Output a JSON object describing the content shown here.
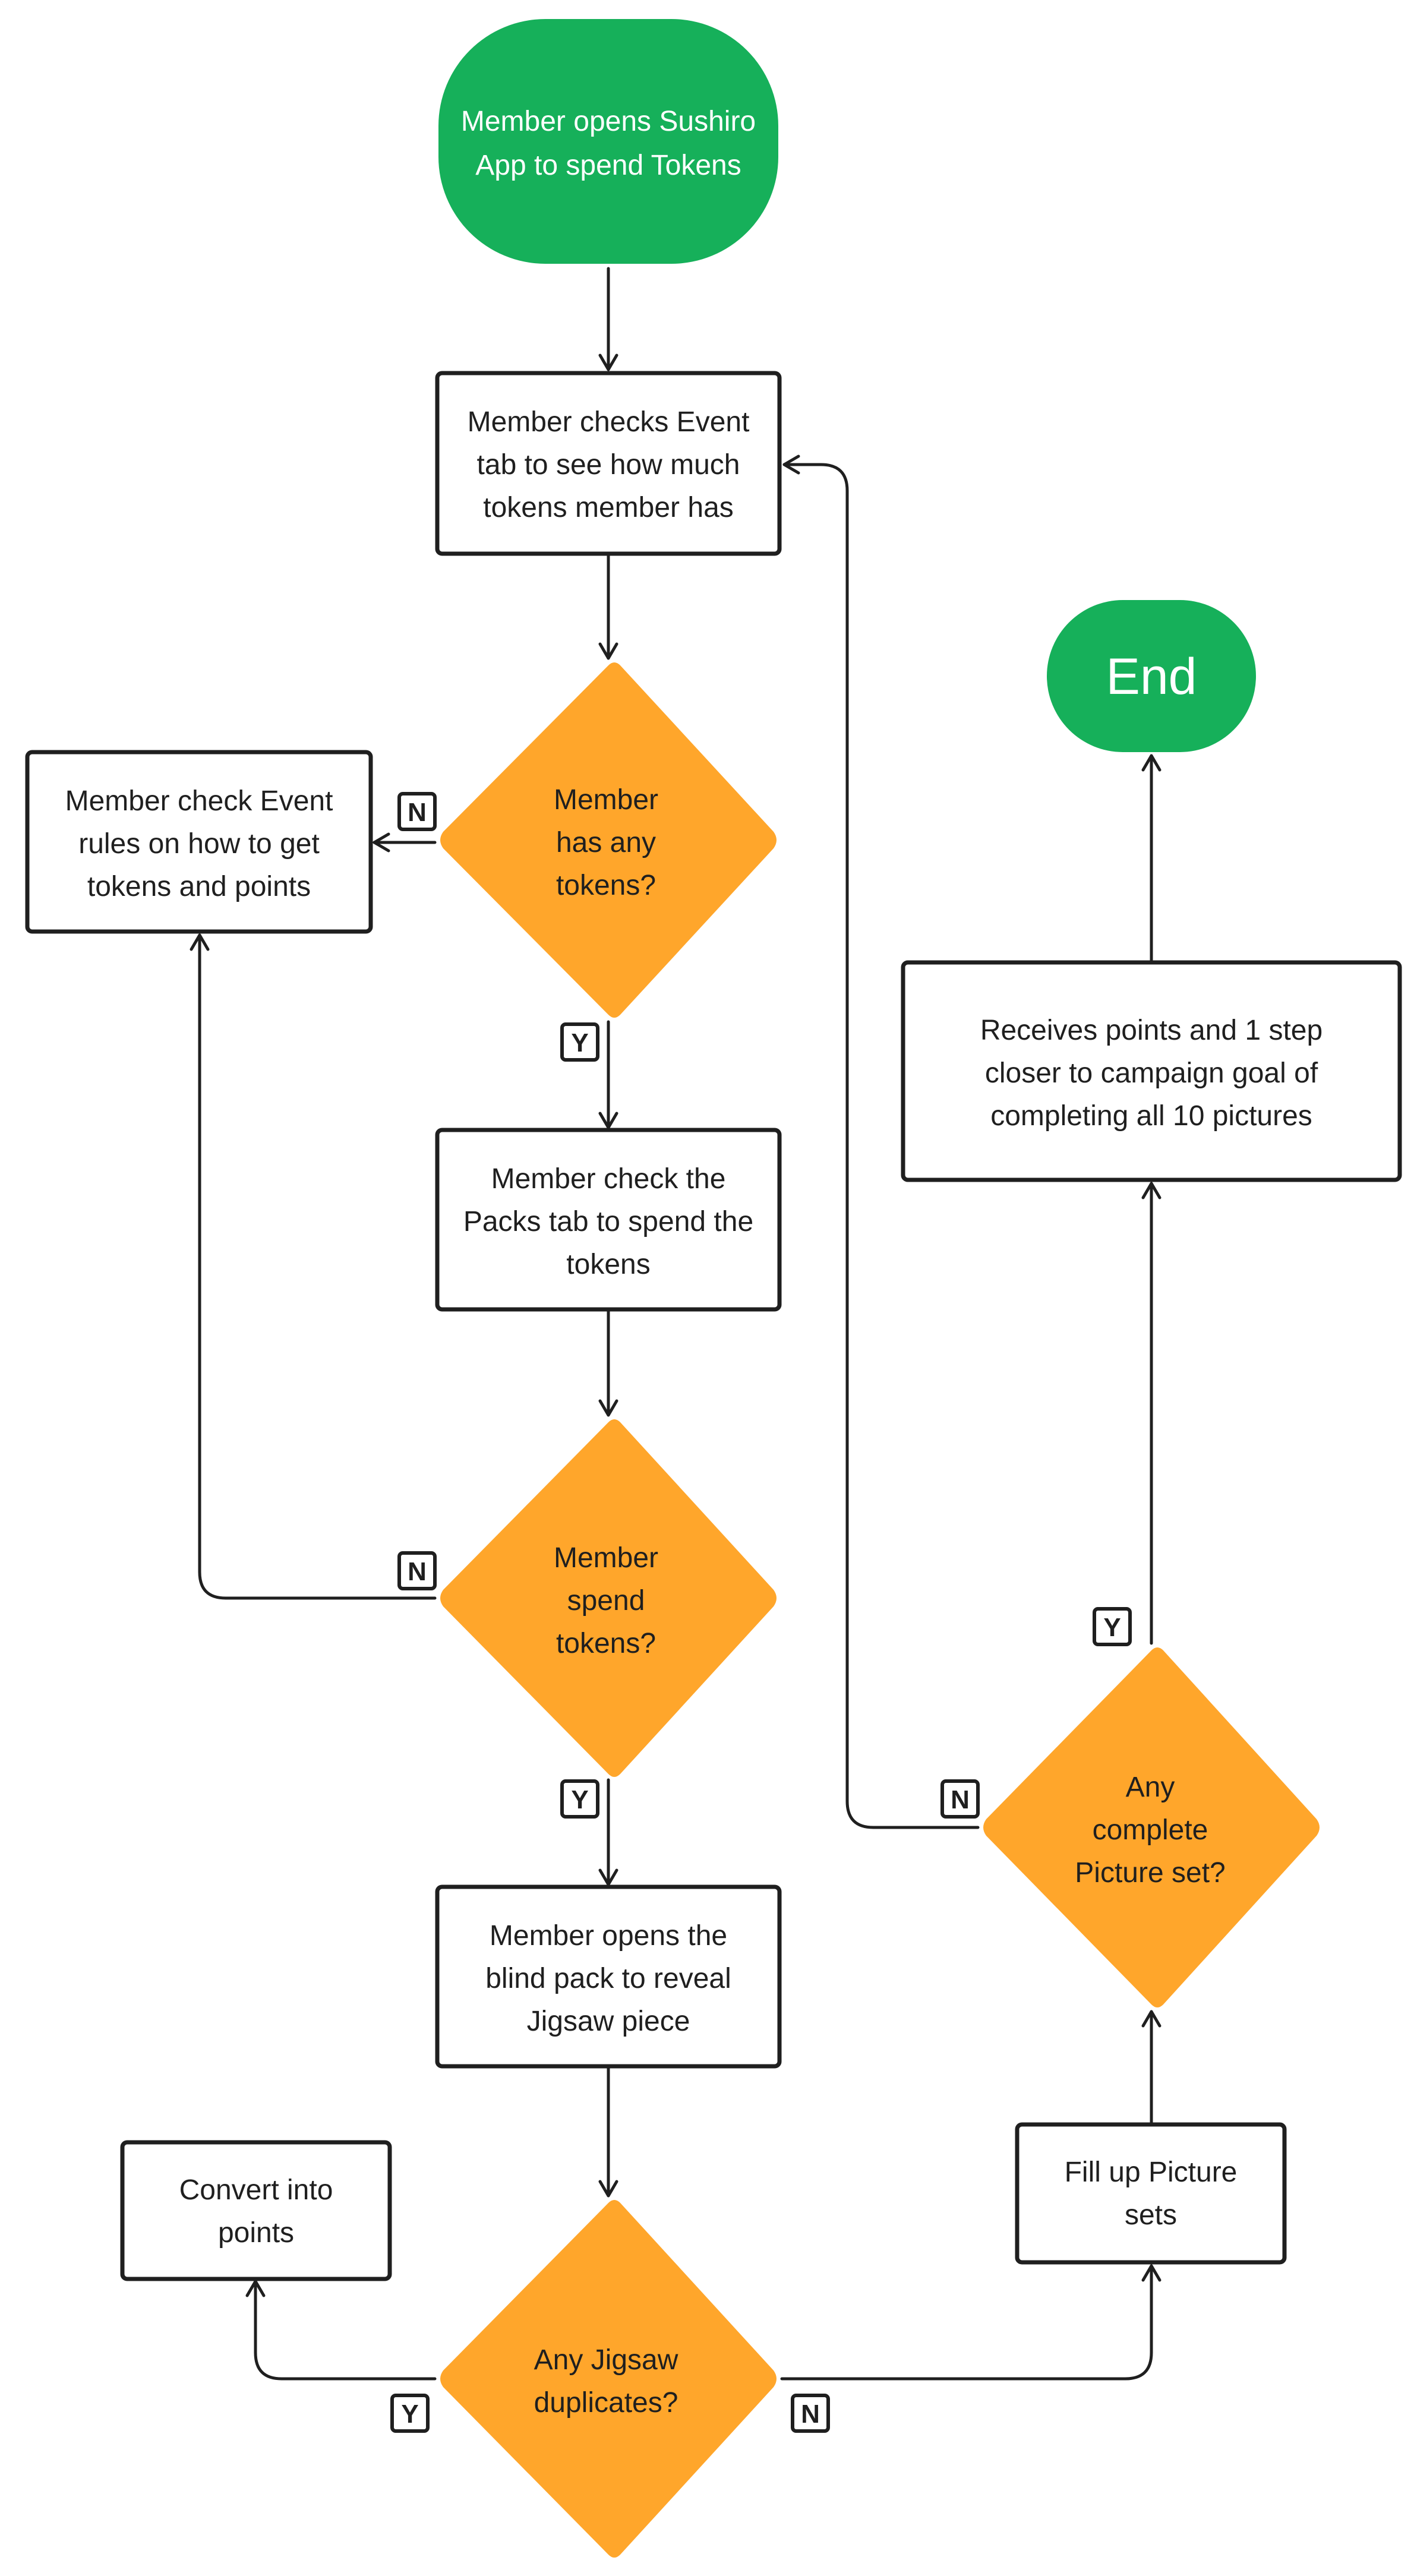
{
  "colors": {
    "terminal": "#16B05A",
    "decision": "#FFA62B",
    "process_stroke": "#1f1f1f",
    "connector": "#1f1f1f"
  },
  "nodes": {
    "start": [
      "Member opens Sushiro",
      "App to spend Tokens"
    ],
    "check_event_tab": [
      "Member checks Event",
      "tab to see how much",
      "tokens member has"
    ],
    "has_tokens": [
      "Member",
      "has any",
      "tokens?"
    ],
    "check_rules": [
      "Member check Event",
      "rules on how to get",
      "tokens and points"
    ],
    "check_packs": [
      "Member check the",
      "Packs tab to spend the",
      "tokens"
    ],
    "spend_tokens": [
      "Member",
      "spend",
      "tokens?"
    ],
    "open_pack": [
      "Member opens the",
      "blind pack to reveal",
      "Jigsaw piece"
    ],
    "duplicates": [
      "Any Jigsaw",
      "duplicates?"
    ],
    "convert_points": [
      "Convert into",
      "points"
    ],
    "fill_sets": [
      "Fill up Picture",
      "sets"
    ],
    "complete_set": [
      "Any",
      "complete",
      "Picture set?"
    ],
    "receive_points": [
      "Receives points and 1 step",
      "closer to campaign goal of",
      "completing all 10 pictures"
    ],
    "end": [
      "End"
    ]
  },
  "labels": {
    "has_tokens_no": "N",
    "has_tokens_yes": "Y",
    "spend_no": "N",
    "spend_yes": "Y",
    "dup_yes": "Y",
    "dup_no": "N",
    "complete_no": "N",
    "complete_yes": "Y"
  }
}
